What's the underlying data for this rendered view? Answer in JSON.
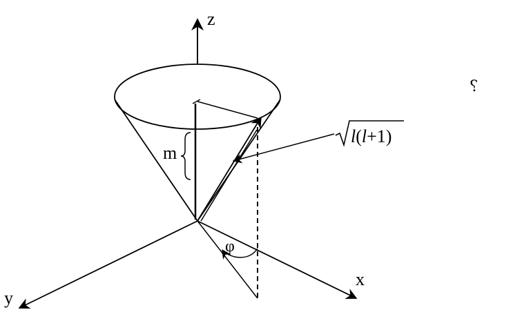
{
  "diagram": {
    "axis_labels": {
      "z": "z",
      "x": "x",
      "y": "y"
    },
    "projection_label": "m",
    "angle_label": "φ",
    "magnitude_label": {
      "l_outer": "l",
      "open_paren": "(",
      "l_inner": "l",
      "rest": "+1)"
    },
    "stray_mark": "⸮"
  }
}
